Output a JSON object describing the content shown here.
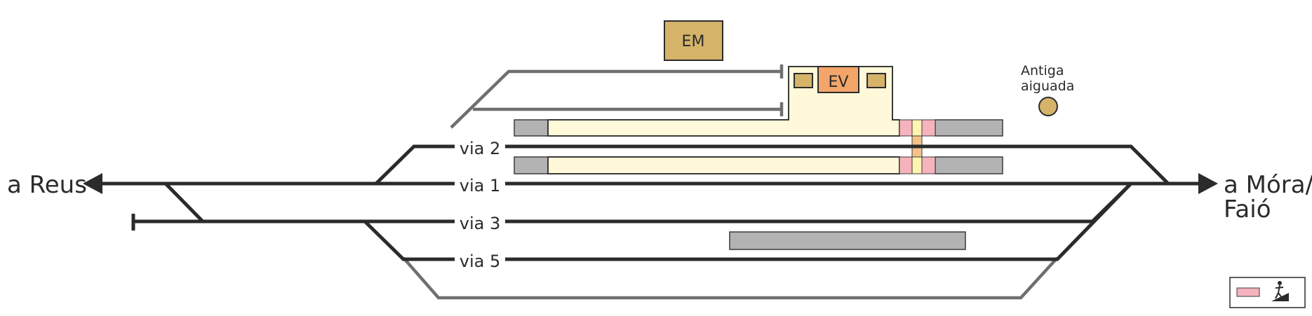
{
  "destinations": {
    "left": "a Reus",
    "right_line1": "a Móra/",
    "right_line2": "Faió"
  },
  "tracks": [
    {
      "id": "via-2",
      "label": "via 2"
    },
    {
      "id": "via-1",
      "label": "via 1"
    },
    {
      "id": "via-3",
      "label": "via 3"
    },
    {
      "id": "via-5",
      "label": "via 5"
    }
  ],
  "buildings": {
    "em": "EM",
    "ev": "EV"
  },
  "water_tower": {
    "line1": "Antiga",
    "line2": "aiguada"
  },
  "legend": {
    "items": [
      "pedestrian-crossing"
    ]
  },
  "colors": {
    "track": "#2b2b2b",
    "siding": "#6f6f6f",
    "platform_gray": "#b3b3b3",
    "platform_cream": "#fff9d9",
    "building": "#d5b46a",
    "ev_building": "#f3a56a",
    "crossing_pink": "#f5b3bd"
  }
}
